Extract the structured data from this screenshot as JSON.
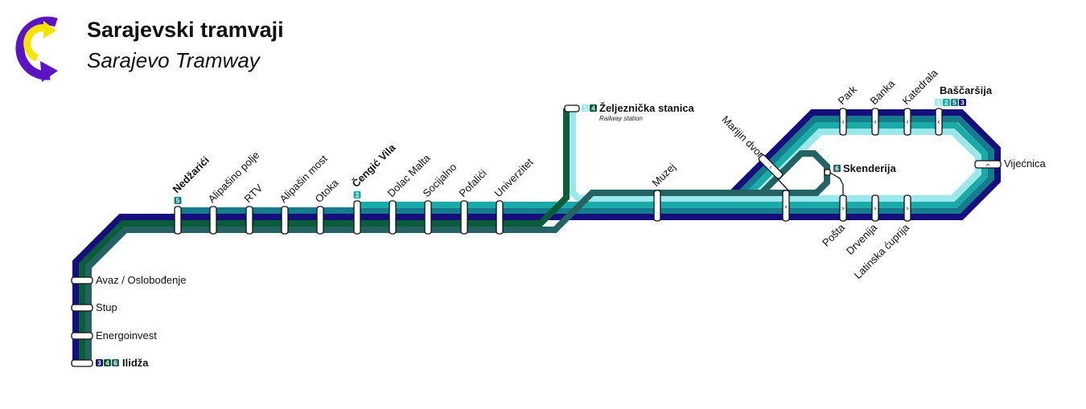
{
  "header": {
    "title": "Sarajevski tramvaji",
    "subtitle": "Sarajevo Tramway",
    "logo_colors": {
      "outer": "#5a14c4",
      "inner": "#f5e400"
    }
  },
  "lines": [
    {
      "number": "1",
      "color": "#9be8ec"
    },
    {
      "number": "2",
      "color": "#1aaba8"
    },
    {
      "number": "3",
      "color": "#140f7a"
    },
    {
      "number": "4",
      "color": "#0a5c3a"
    },
    {
      "number": "5",
      "color": "#167b8c"
    },
    {
      "number": "6",
      "color": "#256363"
    }
  ],
  "stations": [
    {
      "name": "Ilidža",
      "bold": true,
      "lines": [
        "3",
        "4",
        "6"
      ]
    },
    {
      "name": "Energoinvest"
    },
    {
      "name": "Stup"
    },
    {
      "name": "Avaz / Oslobođenje"
    },
    {
      "name": "Nedžarići",
      "bold": true,
      "lines": [
        "5"
      ]
    },
    {
      "name": "Alipašino polje"
    },
    {
      "name": "RTV"
    },
    {
      "name": "Alipašin most"
    },
    {
      "name": "Otoka"
    },
    {
      "name": "Čengić Vila",
      "bold": true,
      "lines": [
        "2"
      ]
    },
    {
      "name": "Dolac Malta"
    },
    {
      "name": "Socijalno"
    },
    {
      "name": "Pofalići"
    },
    {
      "name": "Univerzitet"
    },
    {
      "name": "Željeznička stanica",
      "bold": true,
      "lines": [
        "1",
        "4"
      ],
      "subtitle": "Railway station"
    },
    {
      "name": "Muzej"
    },
    {
      "name": "Marijin dvor"
    },
    {
      "name": "Skenderija",
      "bold": true,
      "lines": [
        "6"
      ]
    },
    {
      "name": "Park"
    },
    {
      "name": "Banka"
    },
    {
      "name": "Katedrala"
    },
    {
      "name": "Baščaršija",
      "bold": true,
      "lines": [
        "1",
        "2",
        "5",
        "3"
      ]
    },
    {
      "name": "Vijećnica"
    },
    {
      "name": "Pošta"
    },
    {
      "name": "Drvenija"
    },
    {
      "name": "Latinska ćuprija"
    }
  ],
  "direction_arrows": {
    "westbound": "‹",
    "eastbound": "›",
    "up": "^"
  }
}
